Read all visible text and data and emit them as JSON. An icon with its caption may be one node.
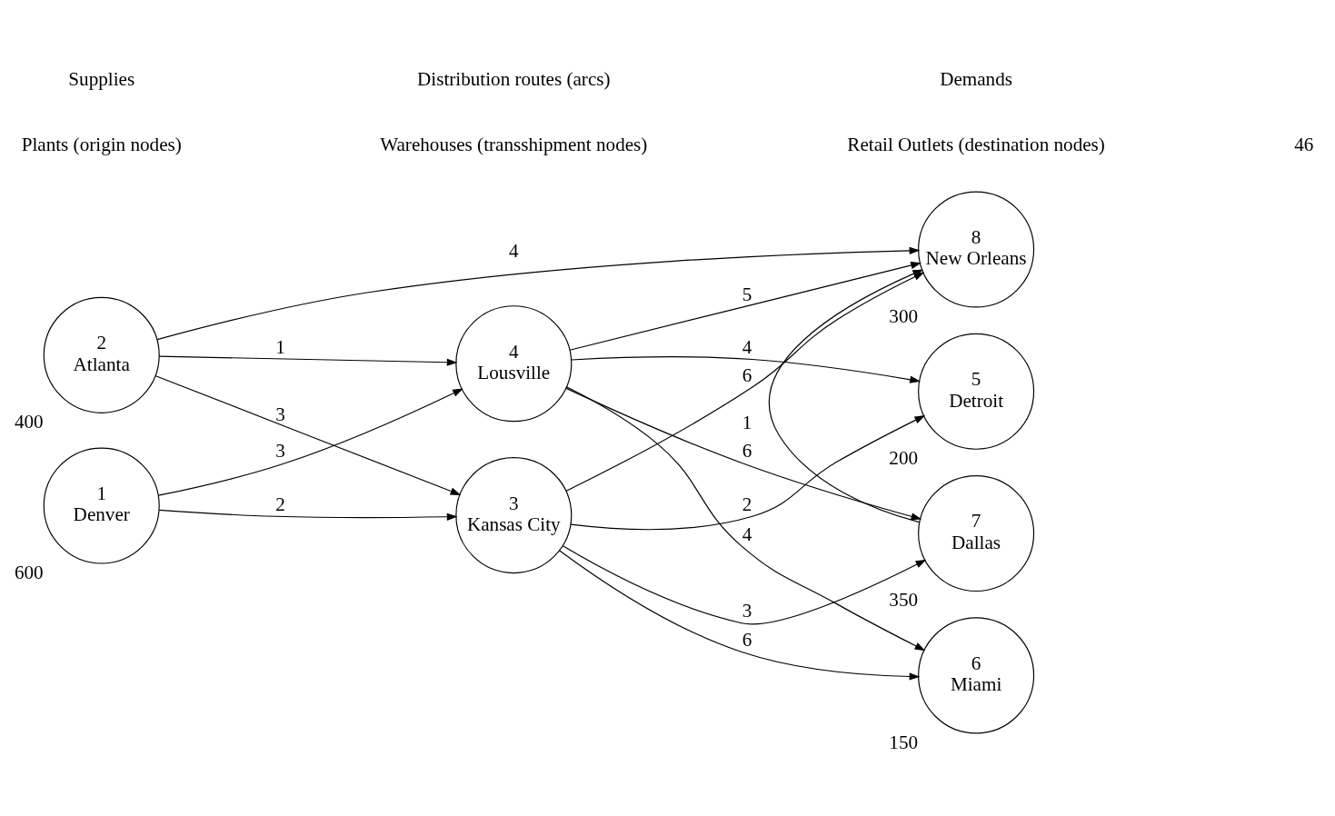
{
  "diagram": {
    "nodes": [
      {
        "text": [
          "1",
          "Denver"
        ],
        "beside": [
          "600"
        ]
      },
      {
        "text": [
          "2",
          "Atlanta"
        ],
        "beside": [
          "400"
        ]
      },
      {
        "text": [
          "3",
          "Kansas City"
        ]
      },
      {
        "text": [
          "4",
          "Lousville"
        ]
      },
      {
        "text": [
          "5",
          "Detroit"
        ],
        "beside": [
          "200"
        ]
      },
      {
        "text": [
          "6",
          "Miami"
        ],
        "beside": [
          "150"
        ]
      },
      {
        "text": [
          "7",
          "Dallas"
        ],
        "beside": [
          "350"
        ]
      },
      {
        "text": [
          "8",
          "New Orleans"
        ],
        "beside": [
          "300"
        ]
      }
    ],
    "edges": [
      {
        "from": 0,
        "to": 2,
        "arrow": "to",
        "label": "2"
      },
      {
        "from": 0,
        "to": 3,
        "arrow": "to",
        "label": "3"
      },
      {
        "from": 1,
        "to": 2,
        "arrow": "to",
        "label": "3"
      },
      {
        "from": 1,
        "to": 3,
        "arrow": "to",
        "label": "1"
      },
      {
        "from": 1,
        "to": 7,
        "arrow": "to",
        "label": "4"
      },
      {
        "from": 2,
        "to": 4,
        "arrow": "to",
        "label": "2"
      },
      {
        "from": 2,
        "to": 5,
        "arrow": "to",
        "label": "6"
      },
      {
        "from": 2,
        "to": 6,
        "arrow": "to",
        "label": "3"
      },
      {
        "from": 2,
        "to": 7,
        "arrow": "to",
        "label": "6"
      },
      {
        "from": 3,
        "to": 4,
        "arrow": "to",
        "label": "4"
      },
      {
        "from": 3,
        "to": 5,
        "arrow": "to",
        "label": "4"
      },
      {
        "from": 3,
        "to": 6,
        "arrow": "to",
        "label": "6"
      },
      {
        "from": 3,
        "to": 7,
        "arrow": "to",
        "label": "5"
      },
      {
        "from": 6,
        "to": 7,
        "arrow": "to",
        "label": "1"
      }
    ],
    "labels": [
      "Plants (origin nodes)",
      "Warehouses (transshipment nodes)",
      "Retail Outlets (destination nodes)",
      "Supplies",
      "Distribution routes (arcs)",
      "Demands",
      "46"
    ]
  }
}
